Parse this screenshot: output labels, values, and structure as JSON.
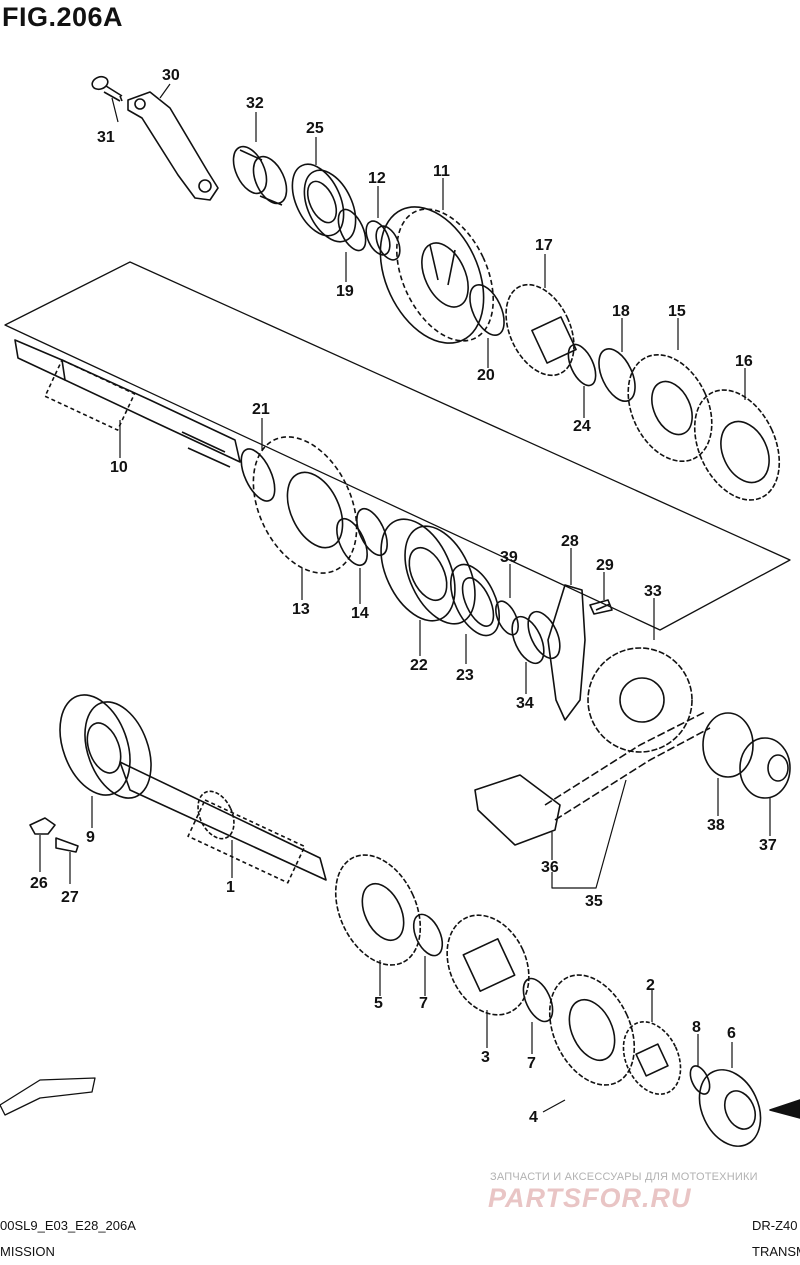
{
  "figure": {
    "title": "FIG.206A"
  },
  "labels": [
    "1",
    "2",
    "3",
    "4",
    "5",
    "6",
    "7",
    "7",
    "8",
    "9",
    "10",
    "11",
    "12",
    "13",
    "14",
    "15",
    "16",
    "17",
    "18",
    "19",
    "20",
    "21",
    "22",
    "23",
    "24",
    "25",
    "26",
    "27",
    "28",
    "29",
    "30",
    "31",
    "32",
    "33",
    "34",
    "35",
    "36",
    "37",
    "38",
    "39"
  ],
  "footer": {
    "left_code": "00SL9_E03_E28_206A",
    "left_caption": "MISSION",
    "right_code": "DR-Z40",
    "right_caption": "TRANSM"
  },
  "watermark": {
    "tagline": "ЗАПЧАСТИ И АКСЕССУАРЫ ДЛЯ МОТОТЕХНИКИ",
    "logo": "PARTSFOR.RU"
  }
}
